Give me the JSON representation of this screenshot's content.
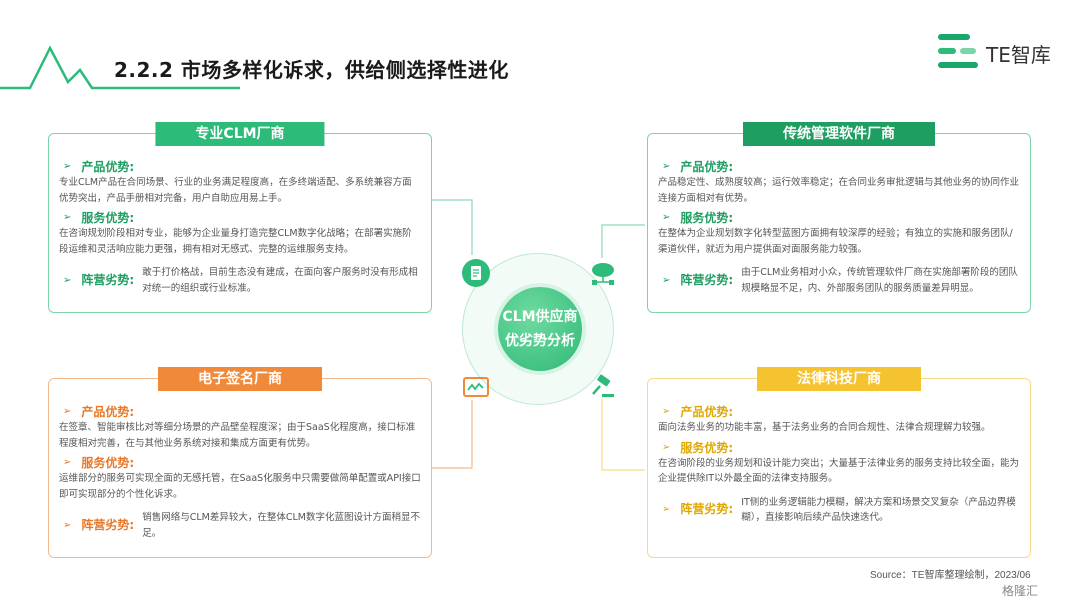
{
  "title": "2.2.2 市场多样化诉求，供给侧选择性进化",
  "logo": {
    "text": "TE智库"
  },
  "center": {
    "line1": "CLM供应商",
    "line2": "优劣势分析"
  },
  "boxes": {
    "top_left": {
      "label": "专业CLM厂商",
      "product_head": "产品优势:",
      "product_text": "专业CLM产品在合同场景、行业的业务满足程度高，在多终端适配、多系统兼容方面优势突出，产品手册相对完备，用户自助应用易上手。",
      "service_head": "服务优势:",
      "service_text": "在咨询规划阶段相对专业，能够为企业量身打造完整CLM数字化战略；在部署实施阶段运维和灵活响应能力更强，拥有相对无感式、完整的运维服务支持。",
      "weak_head": "阵营劣势:",
      "weak_text": "敢于打价格战，目前生态没有建成，在面向客户服务时没有形成相对统一的组织或行业标准。"
    },
    "top_right": {
      "label": "传统管理软件厂商",
      "product_head": "产品优势:",
      "product_text": "产品稳定性、成熟度较高；运行效率稳定；在合同业务审批逻辑与其他业务的协同作业连接方面相对有优势。",
      "service_head": "服务优势:",
      "service_text": "在整体为企业规划数字化转型蓝图方面拥有较深厚的经验；有独立的实施和服务团队/渠道伙伴，就近为用户提供面对面服务能力较强。",
      "weak_head": "阵营劣势:",
      "weak_text": "由于CLM业务相对小众，传统管理软件厂商在实施部署阶段的团队规模略显不足，内、外部服务团队的服务质量差异明显。"
    },
    "bottom_left": {
      "label": "电子签名厂商",
      "product_head": "产品优势:",
      "product_text": "在签章、智能审核比对等细分场景的产品壁垒程度深；由于SaaS化程度高，接口标准程度相对完善，在与其他业务系统对接和集成方面更有优势。",
      "service_head": "服务优势:",
      "service_text": "运维部分的服务可实现全面的无感托管，在SaaS化服务中只需要做简单配置或API接口即可实现部分的个性化诉求。",
      "weak_head": "阵营劣势:",
      "weak_text": "销售网络与CLM差异较大，在整体CLM数字化蓝图设计方面稍显不足。"
    },
    "bottom_right": {
      "label": "法律科技厂商",
      "product_head": "产品优势:",
      "product_text": "面向法务业务的功能丰富，基于法务业务的合同合规性、法律合规理解力较强。",
      "service_head": "服务优势:",
      "service_text": "在咨询阶段的业务规划和设计能力突出；大量基于法律业务的服务支持比较全面，能为企业提供除IT以外最全面的法律支持服务。",
      "weak_head": "阵营劣势:",
      "weak_text": "IT侧的业务逻辑能力模糊，解决方案和场景交叉复杂（产品边界模糊），直接影响后续产品快速迭代。"
    }
  },
  "source": "Source：TE智库整理绘制，2023/06",
  "watermark": "格隆汇",
  "colors": {
    "green": "#2dbb7a",
    "orange": "#f08a3a",
    "yellow": "#f5c230"
  }
}
